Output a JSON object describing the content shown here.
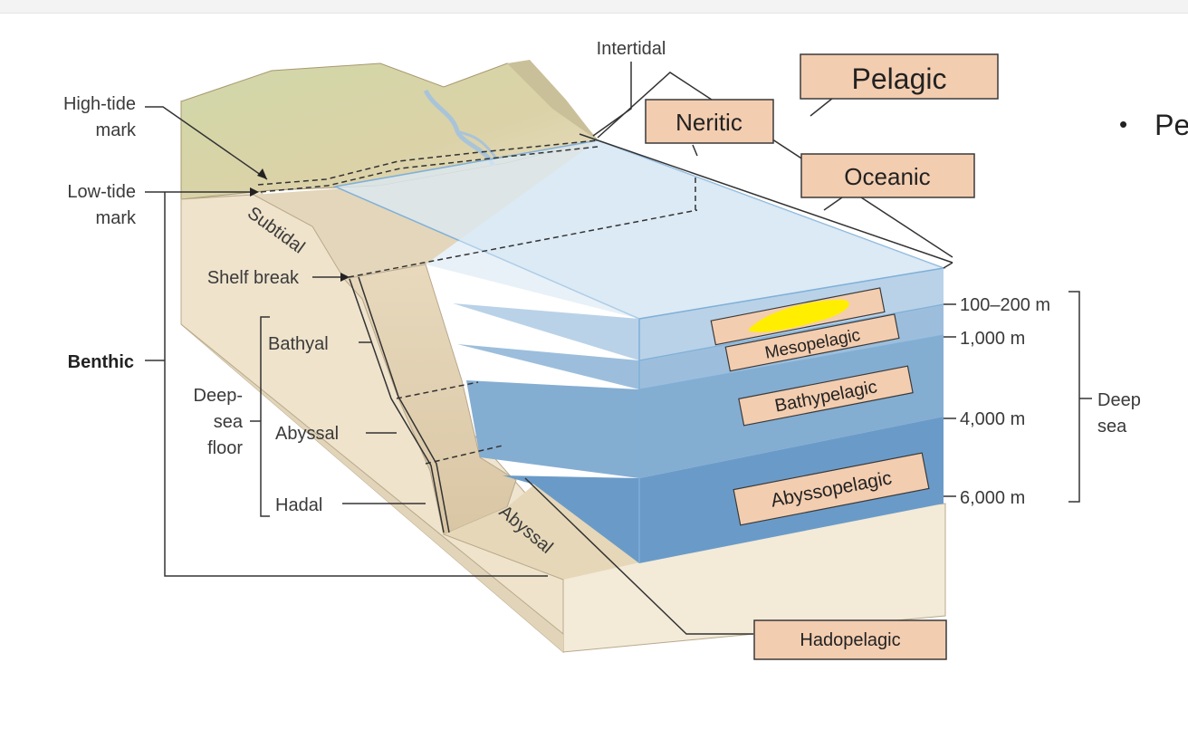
{
  "labels": {
    "intertidal": "Intertidal",
    "pelagic": "Pelagic",
    "neritic": "Neritic",
    "oceanic": "Oceanic",
    "high_tide": [
      "High-tide",
      "mark"
    ],
    "low_tide": [
      "Low-tide",
      "mark"
    ],
    "subtidal": "Subtidal",
    "shelf_break": "Shelf break",
    "benthic": "Benthic",
    "bathyal": "Bathyal",
    "deep_sea_floor": [
      "Deep-",
      "sea",
      "floor"
    ],
    "abyssal": "Abyssal",
    "hadal": "Hadal",
    "abyssal_slope": "Abyssal",
    "hadopelagic": "Hadopelagic",
    "mesopelagic": "Mesopelagic",
    "bathypelagic": "Bathypelagic",
    "abyssopelagic": "Abyssopelagic",
    "deep_sea": [
      "Deep",
      "sea"
    ]
  },
  "depths": [
    "100–200 m",
    "1,000 m",
    "4,000 m",
    "6,000 m"
  ],
  "bullet_text": "Pe",
  "colors": {
    "label_box_fill": "#f3cdb0",
    "label_box_stroke": "#3a3a3a",
    "highlight": "#ffee00",
    "water_surface": "#dbe9f6",
    "water_deep": "#5b90bf",
    "land": "#eee2cc"
  }
}
